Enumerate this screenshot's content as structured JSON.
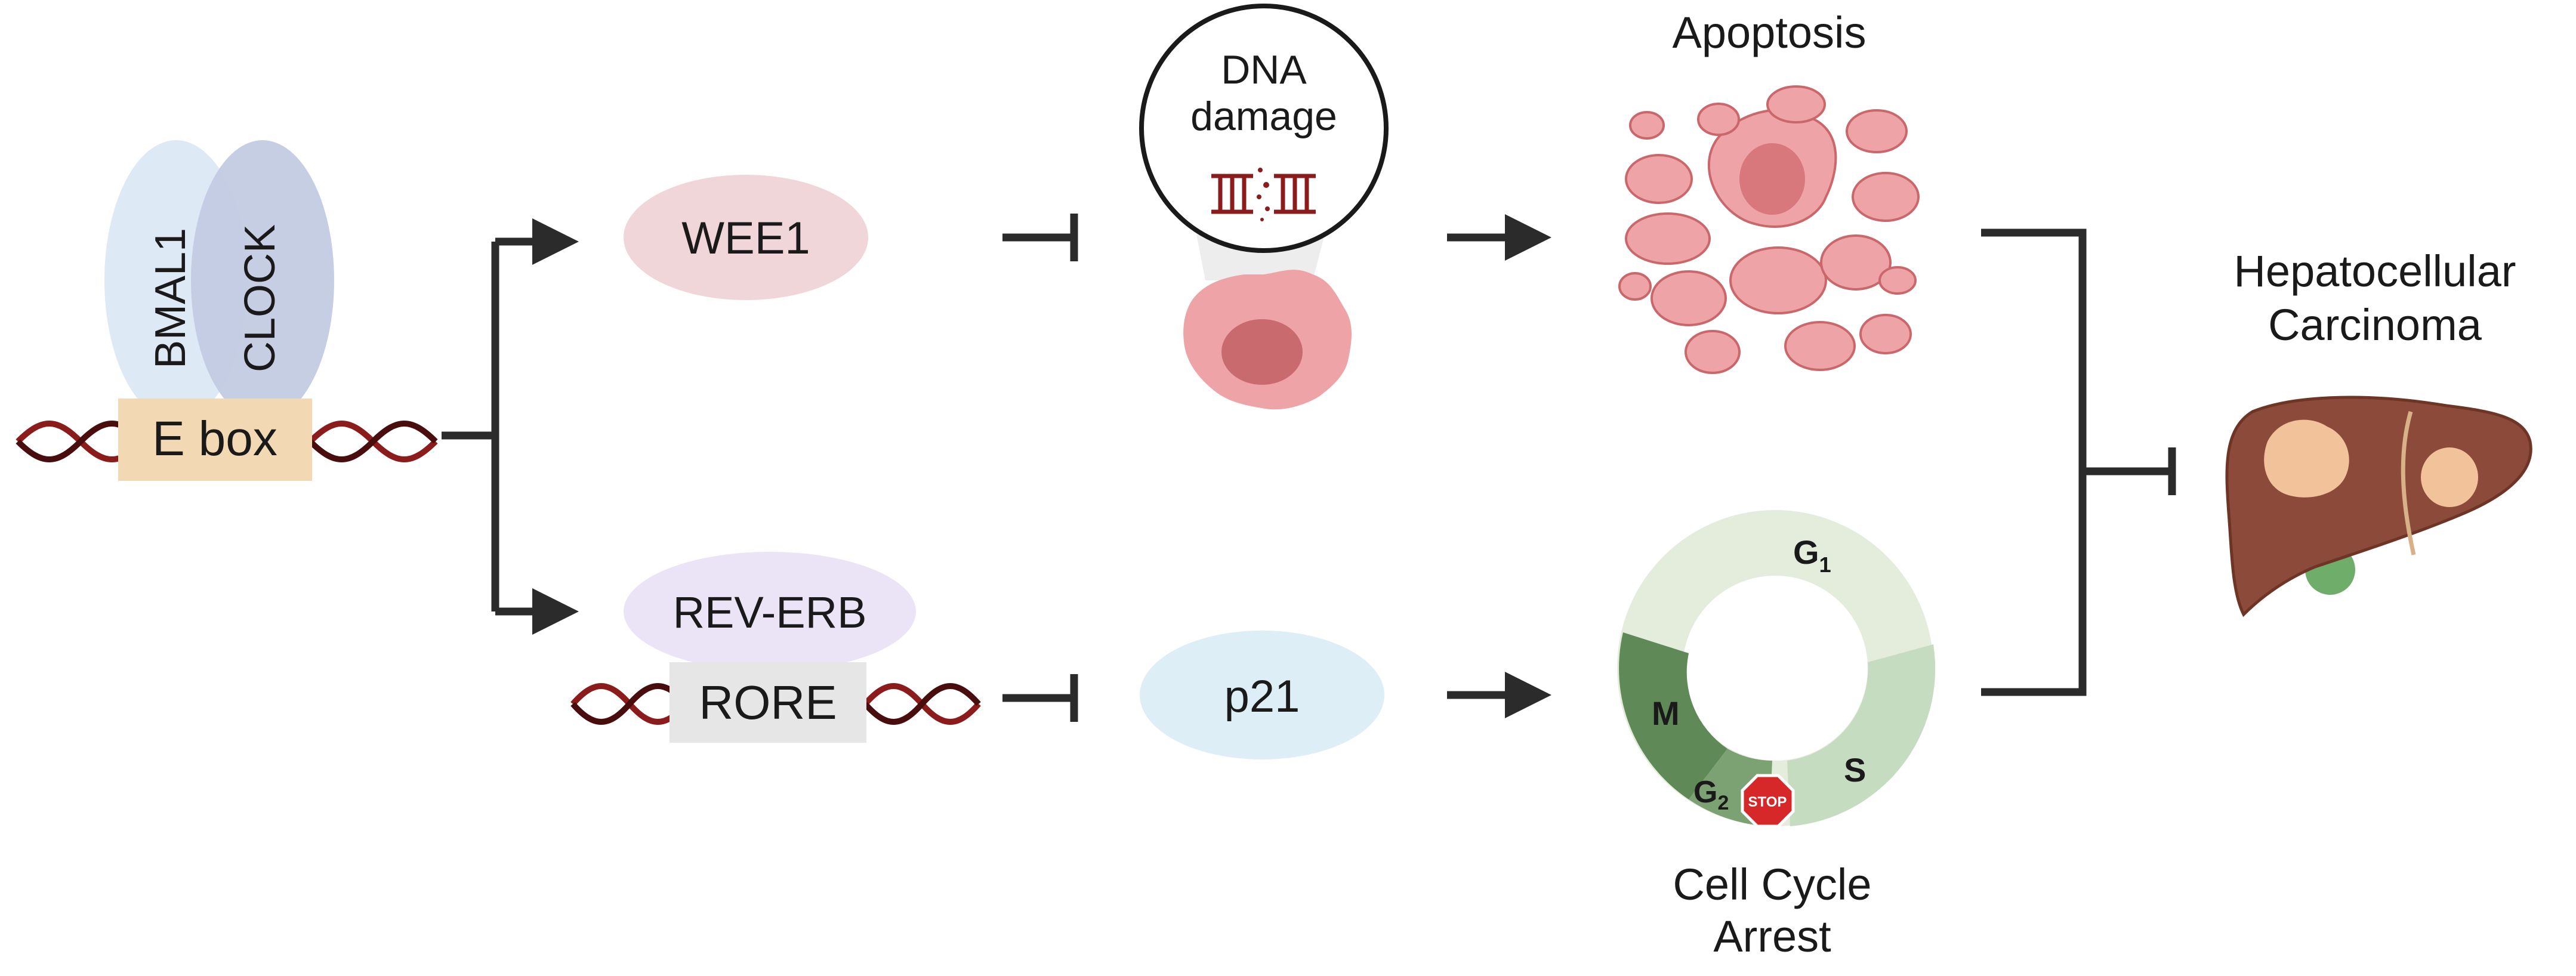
{
  "ebox_complex": {
    "bmal1": "BMAL1",
    "clock": "CLOCK",
    "ebox": "E box"
  },
  "wee1": "WEE1",
  "rev_erb": "REV-ERB",
  "rore": "RORE",
  "p21": "p21",
  "dna_damage": {
    "line1": "DNA",
    "line2": "damage"
  },
  "apoptosis": "Apoptosis",
  "cell_cycle": {
    "g1_main": "G",
    "g1_sub": "1",
    "g2_main": "G",
    "g2_sub": "2",
    "m": "M",
    "s": "S",
    "stop": "STOP",
    "caption_line1": "Cell Cycle",
    "caption_line2": "Arrest"
  },
  "hcc": {
    "line1": "Hepatocellular",
    "line2": "Carcinoma"
  },
  "colors": {
    "bmal1": "#dde9f5",
    "clock": "#c3cbe3",
    "ebox": "#f3d9b3",
    "wee1": "#f0d6d8",
    "rev_erb": "#ebe3f6",
    "rore": "#e6e6e6",
    "p21": "#ddeef7",
    "dna_strand": "#8c1c1c",
    "arrow": "#2b2b2b",
    "apoptosis_fill": "#eea3a6",
    "cell_cycle_light": "#e4ecdc",
    "cell_cycle_mid": "#c6dcc0",
    "cell_cycle_dark": "#5f8a58",
    "liver": "#8b4a3a",
    "tumor": "#f2c29a"
  }
}
